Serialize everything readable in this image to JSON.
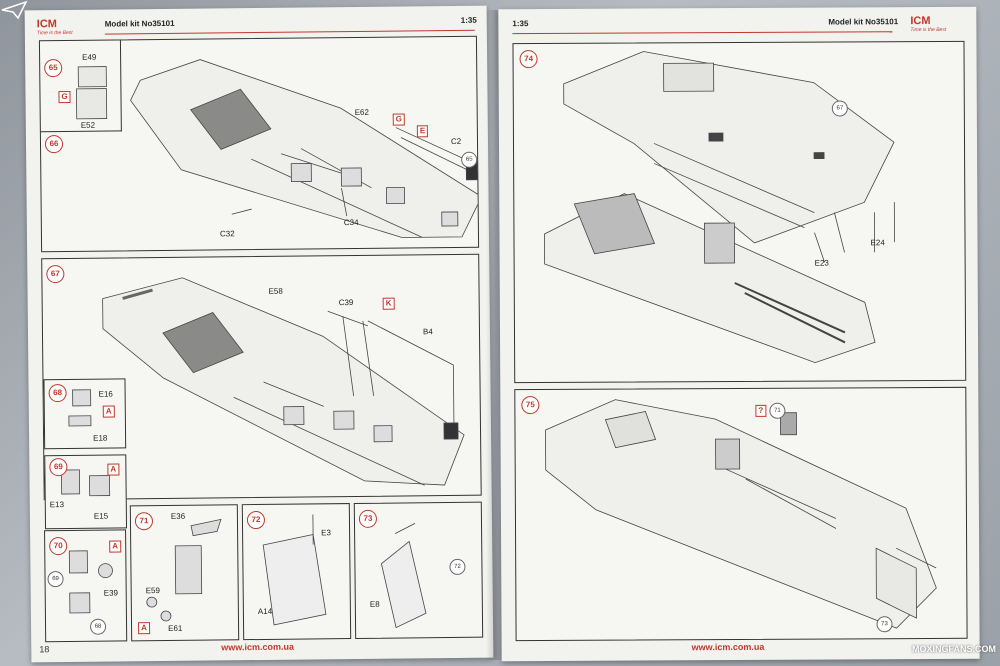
{
  "left_page": {
    "header_title": "Model kit No35101",
    "scale": "1:35",
    "page_number": "18",
    "footer_url": "www.icm.com.ua",
    "logo_text": "ICM",
    "logo_tagline": "Time is the Best",
    "steps": [
      {
        "number": "65",
        "labels": [
          "E49",
          "E52"
        ],
        "callouts": [
          "G"
        ]
      },
      {
        "number": "66",
        "labels": [
          "E62",
          "C2",
          "C32",
          "C34"
        ],
        "callouts": [
          "G",
          "E"
        ],
        "refs": [
          "65"
        ]
      },
      {
        "number": "67",
        "labels": [
          "E58",
          "C39",
          "B4"
        ],
        "callouts": [
          "K"
        ]
      },
      {
        "number": "68",
        "labels": [
          "E16",
          "E18"
        ],
        "callouts": [
          "A"
        ]
      },
      {
        "number": "69",
        "labels": [
          "E13",
          "E15"
        ],
        "callouts": [
          "A"
        ]
      },
      {
        "number": "70",
        "labels": [
          "E39"
        ],
        "callouts": [
          "A"
        ],
        "refs": [
          "69",
          "68"
        ]
      },
      {
        "number": "71",
        "labels": [
          "E36",
          "E59",
          "E61"
        ],
        "callouts": [
          "A"
        ]
      },
      {
        "number": "72",
        "labels": [
          "E3",
          "A14"
        ]
      },
      {
        "number": "73",
        "labels": [
          "E8"
        ],
        "refs": [
          "72"
        ]
      }
    ]
  },
  "right_page": {
    "header_title": "Model kit No35101",
    "scale": "1:35",
    "footer_url": "www.icm.com.ua",
    "logo_text": "ICM",
    "logo_tagline": "Time is the Best",
    "steps": [
      {
        "number": "74",
        "labels": [
          "E24",
          "E23"
        ],
        "refs": [
          "67"
        ]
      },
      {
        "number": "75",
        "labels": [],
        "callouts": [
          "?"
        ],
        "refs": [
          "71",
          "73"
        ]
      }
    ]
  },
  "watermark": "MOXINGFANS.COM",
  "colors": {
    "accent": "#c0392b",
    "paper": "#f2f2ef",
    "ink": "#333333"
  }
}
